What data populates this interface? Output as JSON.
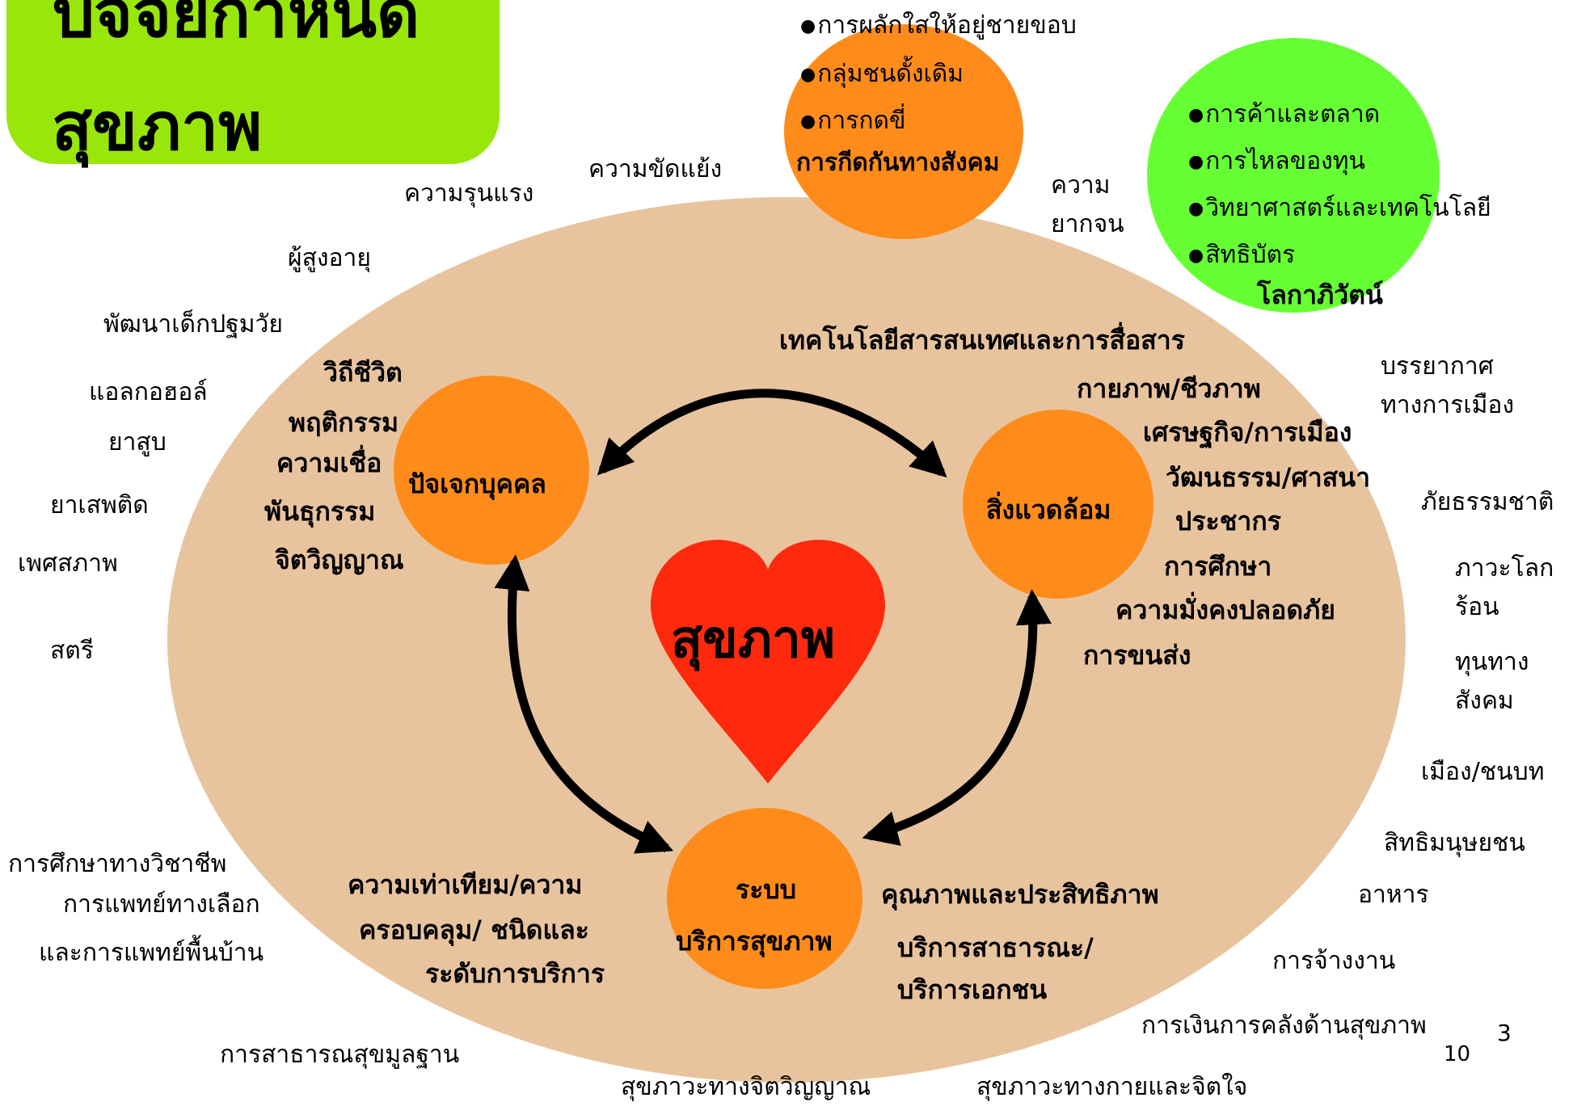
{
  "title": {
    "line1": "ปัจจัยกำหนด",
    "line2": "สุขภาพ"
  },
  "center": {
    "label": "สุขภาพ"
  },
  "nodes": {
    "individual": "ปัจเจกบุคคล",
    "environment": "สิ่งแวดล้อม",
    "health_system_line1": "ระบบ",
    "health_system_line2": "บริการสุขภาพ",
    "social_exclusion": "การกีดกันทางสังคม",
    "globalization": "โลกาภิวัตน์"
  },
  "social_exclusion_items": [
    "การผลักใสให้อยู่ชายขอบ",
    "กลุ่มชนดั้งเดิม",
    "การกดขี่"
  ],
  "globalization_items": [
    "การค้าและตลาด",
    "การไหลของทุน",
    "วิทยาศาสตร์และเทคโนโลยี",
    "สิทธิบัตร"
  ],
  "individual_factors": [
    "วิถีชีวิต",
    "พฤติกรรม",
    "ความเชื่อ",
    "พันธุกรรม",
    "จิตวิญญาณ"
  ],
  "environment_factors": [
    "เทคโนโลยีสารสนเทศและการสื่อสาร",
    "กายภาพ/ชีวภาพ",
    "เศรษฐกิจ/การเมือง",
    "วัฒนธรรม/ศาสนา",
    "ประชากร",
    "การศึกษา",
    "ความมั่งคงปลอดภัย",
    "การขนส่ง"
  ],
  "system_left": [
    "ความเท่าเทียม/ความ",
    "ครอบคลุม/ ชนิดและ",
    "ระดับการบริการ"
  ],
  "system_right": [
    "คุณภาพและประสิทธิภาพ",
    "บริการสาธารณะ/",
    "บริการเอกชน"
  ],
  "outer_left": [
    "ความรุนแรง",
    "ผู้สูงอายุ",
    "พัฒนาเด็กปฐมวัย",
    "แอลกอฮอล์",
    "ยาสูบ",
    "ยาเสพติด",
    "เพศสภาพ",
    "สตรี",
    "การศึกษาทางวิชาชีพ",
    "การแพทย์ทางเลือก",
    "และการแพทย์พื้นบ้าน",
    "การสาธารณสุขมูลฐาน"
  ],
  "outer_top": [
    "ความขัดแย้ง",
    "ความ",
    "ยากจน"
  ],
  "outer_right": [
    "บรรยากาศ",
    "ทางการเมือง",
    "ภัยธรรมชาติ",
    "ภาวะโลก",
    "ร้อน",
    "ทุนทาง",
    "สังคม",
    "เมือง/ชนบท",
    "สิทธิมนุษยชน",
    "อาหาร",
    "การจ้างงาน",
    "การเงินการคลังด้านสุขภาพ"
  ],
  "outer_bottom": [
    "สุขภาวะทางจิตวิญญาณ",
    "สุขภาวะทางกายและจิตใจ"
  ],
  "page_numbers": [
    "3",
    "10"
  ],
  "colors": {
    "title_bg": "#99e60a",
    "ellipse": "#e8c49e",
    "orange": "#ff8c1a",
    "green": "#66ff33",
    "heart": "#ff2a0d"
  }
}
